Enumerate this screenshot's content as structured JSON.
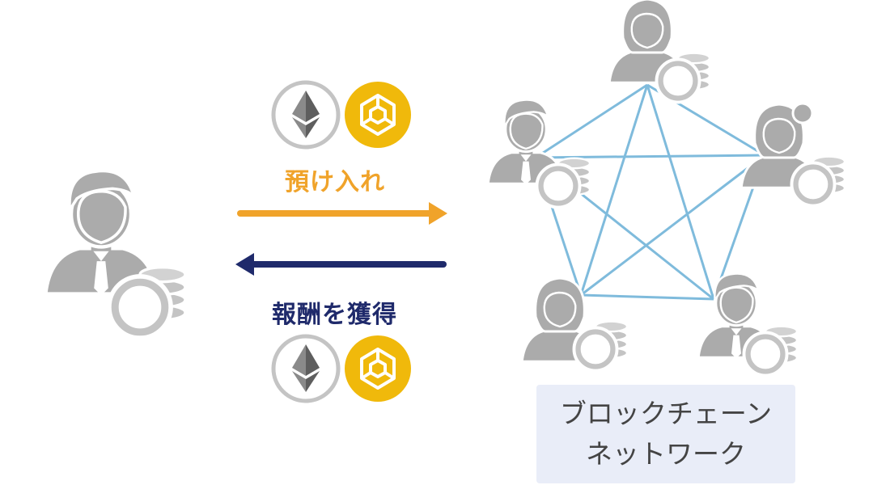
{
  "colors": {
    "person": "#ababab",
    "outline": "#ffffff",
    "coin_ring": "#c4c4c4",
    "deposit": "#f0a32a",
    "reward": "#1f2a6b",
    "network_line": "#7fbbdc",
    "eth_face": "#6a6a6a",
    "bnb_gold": "#f0b90b",
    "box_bg": "#e9edf8"
  },
  "icons": {
    "user": "person-with-coins-icon",
    "node": "network-node-person-icon",
    "eth": "ethereum-coin-icon",
    "bnb": "bnb-coin-icon",
    "arrow_right": "arrow-right-icon",
    "arrow_left": "arrow-left-icon"
  },
  "labels": {
    "deposit": "預け入れ",
    "reward": "報酬を獲得"
  },
  "network_box": {
    "line1": "ブロックチェーン",
    "line2": "ネットワーク"
  }
}
